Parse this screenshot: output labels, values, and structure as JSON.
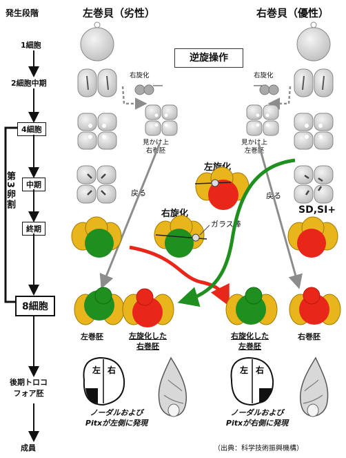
{
  "stages": [
    "発生段階",
    "1細胞",
    "2細胞中期",
    "4細胞",
    "中期",
    "終期",
    "8細胞",
    "後期トロコ\nフォア胚",
    "成員"
  ],
  "bracket_label": "第3卵割",
  "headers": {
    "left": "左巻貝（劣性）",
    "right": "右巻貝（優性）"
  },
  "center_title": "逆旋操作",
  "annotations": {
    "rot_right": "右旋化",
    "rot_right2": "右旋化",
    "rot_right_big": "右旋化",
    "rot_left_big": "左旋化",
    "apparent_right": "見かけ上\n右巻胚",
    "apparent_left": "見かけ上\n左巻胚",
    "return_left": "戻る",
    "return_right": "戻る",
    "glass_rod": "ガラス棒",
    "sd_si": "SD,SI+"
  },
  "embryo_labels": {
    "left_left": "左巻胚",
    "left_right": "左旋化した\n右巻胚",
    "right_left": "右旋化した\n左巻胚",
    "right_right": "右巻胚"
  },
  "side_labels": {
    "l": "左",
    "r": "右"
  },
  "expression": {
    "left": [
      "ノーダルおよび",
      "Pitxが左側に発現"
    ],
    "right": [
      "ノーダルおよび",
      "Pitxが右側に発現"
    ]
  },
  "source": "（出典：科学技術振興機構）",
  "colors": {
    "yellow": "#E8B51C",
    "green": "#1F8F1F",
    "red": "#E8261A",
    "gray": "#D9D9D9",
    "arrow_gray": "#8C8C8C"
  }
}
